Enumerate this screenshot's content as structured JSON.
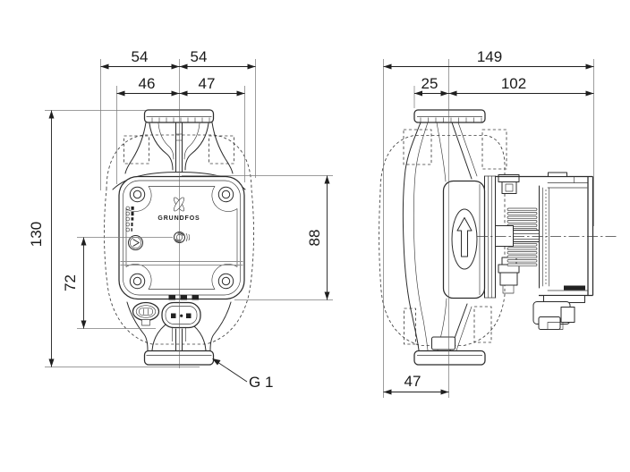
{
  "front_view": {
    "brand": "GRUNDFOS",
    "dims": {
      "width_left": "54",
      "width_right": "54",
      "width_inner_left": "46",
      "width_inner_right": "47",
      "overall_height": "130",
      "center_to_bottom": "72",
      "control_box_height": "88",
      "pipe_connection": "G 1"
    }
  },
  "side_view": {
    "dims": {
      "overall_length": "149",
      "front_to_axis": "25",
      "axis_to_rear": "102",
      "axis_offset": "47"
    }
  },
  "colors": {
    "object_line": "#2b2b2b",
    "dimension_line": "#1f1f1f",
    "extension_line": "#7c7c7c",
    "background": "#ffffff"
  }
}
